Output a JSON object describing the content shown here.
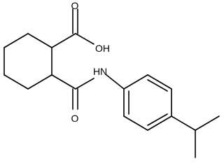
{
  "molecule": {
    "labels": {
      "hydroxyl": "OH",
      "carboxyl_oxygen": "O",
      "amide_nh": "N",
      "amide_h": "H",
      "amide_oxygen": "O"
    }
  },
  "colors": {
    "bond": "#000000",
    "label": "#000000",
    "background": "#ffffff"
  }
}
